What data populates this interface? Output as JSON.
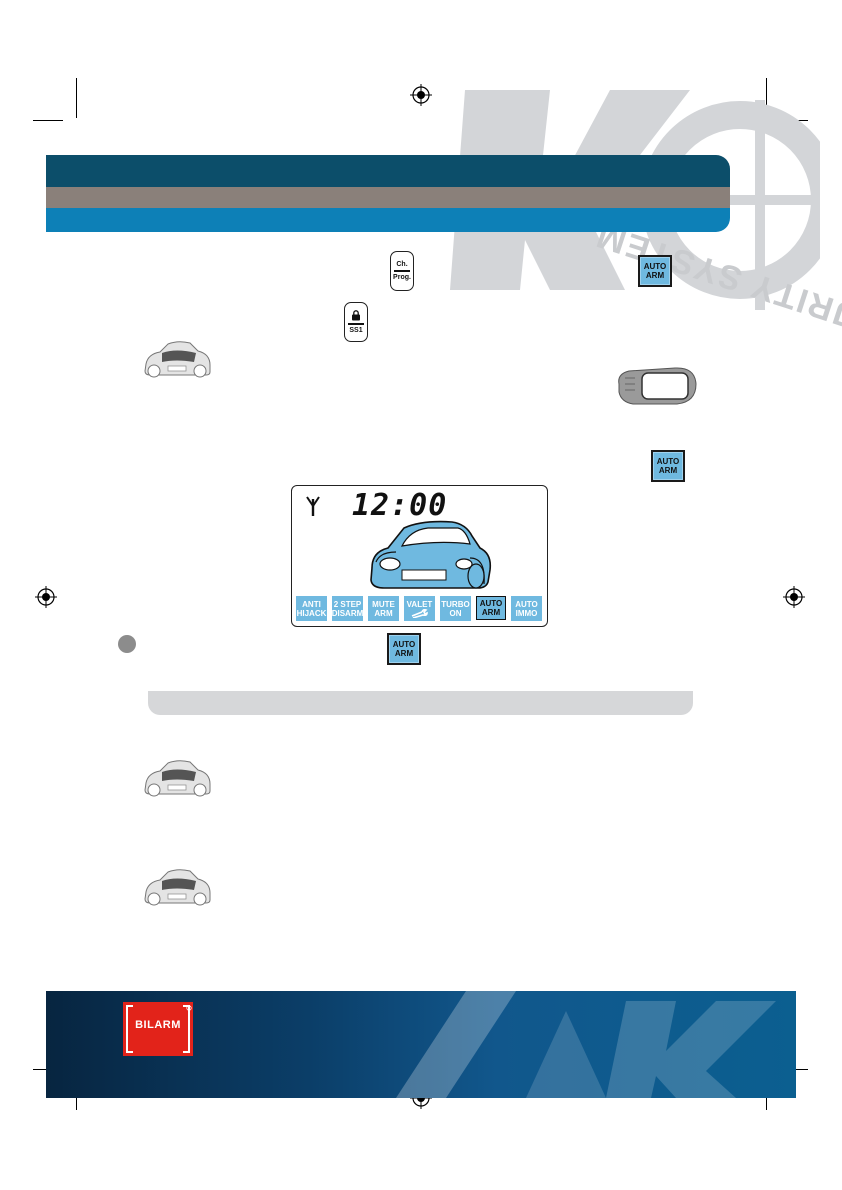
{
  "watermark": {
    "text": "JRITY SYSTEM"
  },
  "keys": {
    "ch_prog": {
      "top": "Ch.",
      "bottom": "Prog."
    },
    "ss1": {
      "label": "SS1"
    }
  },
  "auto_arm": {
    "line1": "AUTO",
    "line2": "ARM"
  },
  "lcd": {
    "time": "12:00",
    "buttons": [
      {
        "l1": "ANTI",
        "l2": "HIJACK"
      },
      {
        "l1": "2 STEP",
        "l2": "DISARM"
      },
      {
        "l1": "MUTE",
        "l2": "ARM"
      },
      {
        "l1": "VALET",
        "l2": ""
      },
      {
        "l1": "TURBO",
        "l2": "ON"
      },
      {
        "l1": "AUTO",
        "l2": "ARM"
      },
      {
        "l1": "AUTO",
        "l2": "IMMO"
      }
    ]
  },
  "footer": {
    "logo_text": "BILARM"
  },
  "colors": {
    "band_top": "#0c4e6a",
    "band_mid": "#8a807a",
    "band_bot": "#0d80b7",
    "lcd_blue": "#6fb9e0",
    "logo_red": "#e2231a"
  }
}
